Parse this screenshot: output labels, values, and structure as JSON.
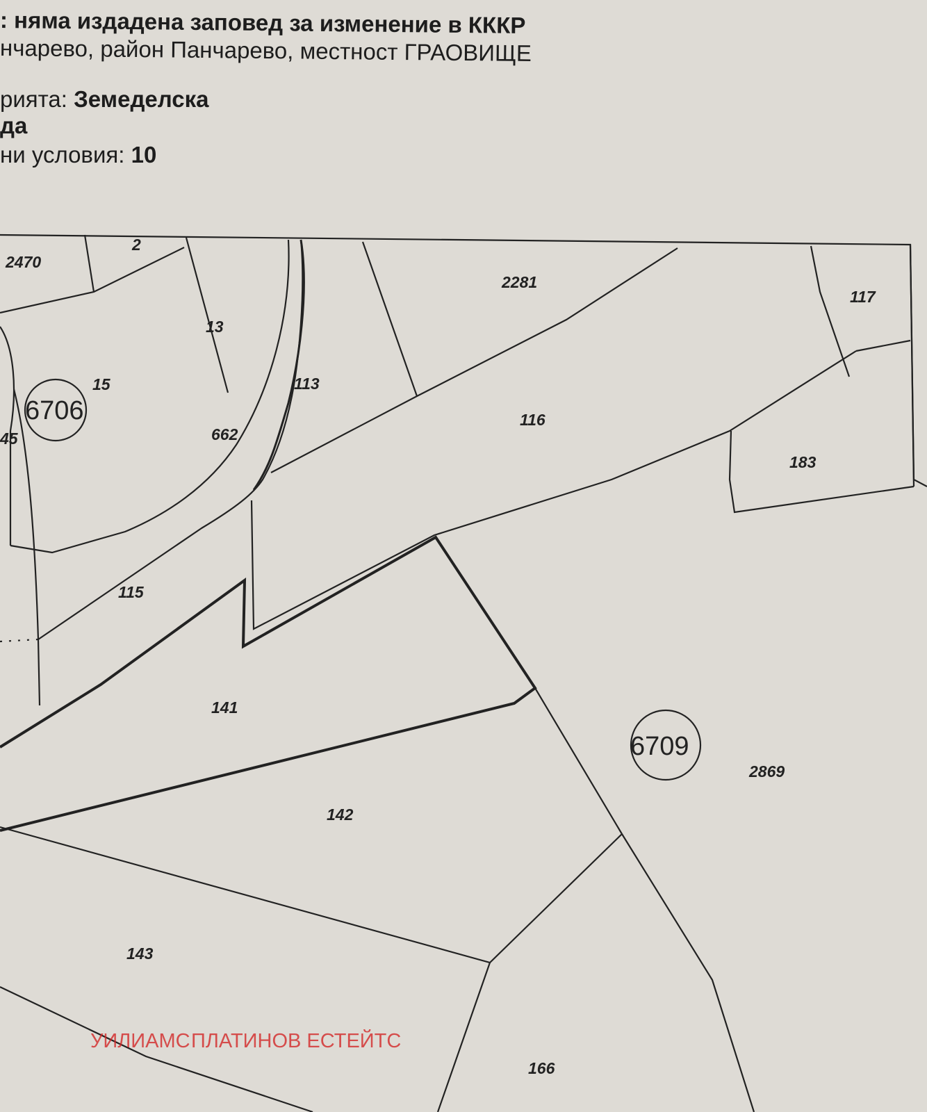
{
  "header": {
    "line1": ": няма издадена заповед за изменение в КККР",
    "line2": "нчарево, район Панчарево, местност ГРАОВИЩЕ",
    "line3_label": "рията: ",
    "line3_value": "Земеделска",
    "line4": "да",
    "line5_label": "ни условия: ",
    "line5_value": "10"
  },
  "map": {
    "parcels": [
      "2470",
      "2",
      "2281",
      "117",
      "13",
      "15",
      "113",
      "45",
      "662",
      "116",
      "183",
      "115",
      "141",
      "2869",
      "142",
      "143",
      "166"
    ],
    "zones": [
      "6706",
      "6709"
    ]
  },
  "watermark": {
    "text_a": "ПЛАТИНОВ ЕСТЕЙТС",
    "text_b": "УИЛИАМС",
    "color": "#d22828"
  }
}
